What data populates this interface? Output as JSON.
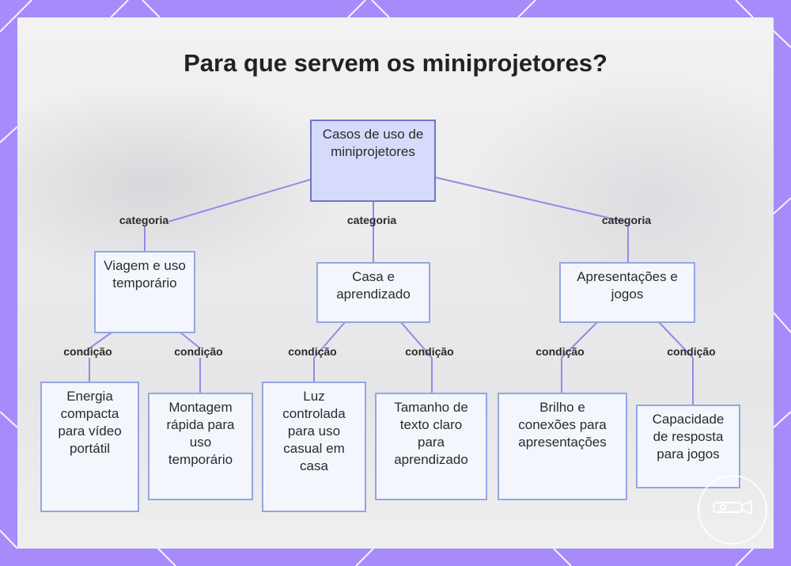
{
  "title": "Para que servem os miniprojetores?",
  "root": {
    "label": "Casos de uso de miniprojetores"
  },
  "category_edge_label": "categoria",
  "condition_edge_label": "condição",
  "categories": [
    {
      "label": "Viagem e uso temporário",
      "children": [
        "Energia compacta para vídeo portátil",
        "Montagem rápida para uso temporário"
      ]
    },
    {
      "label": "Casa e aprendizado",
      "children": [
        "Luz controlada para uso casual em casa",
        "Tamanho de texto claro para aprendizado"
      ]
    },
    {
      "label": "Apresentações e jogos",
      "children": [
        "Brilho e conexões para apresentações",
        "Capacidade de resposta para jogos"
      ]
    }
  ],
  "colors": {
    "border": "#a78bfa",
    "line": "#9b87e6",
    "node_border": "#93a6e3",
    "root_fill": "#d6dbfb"
  }
}
